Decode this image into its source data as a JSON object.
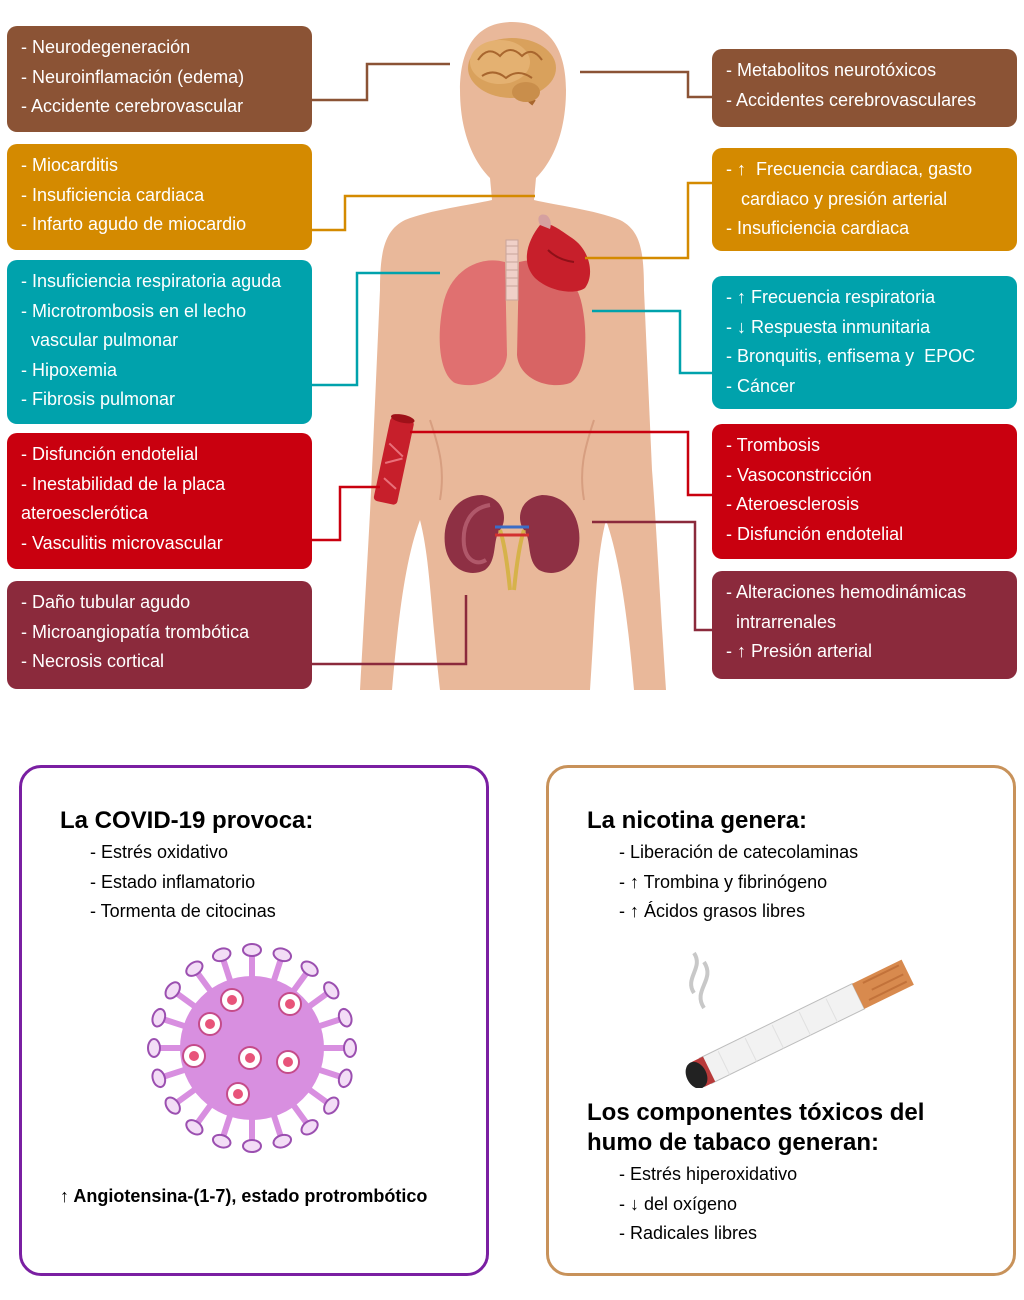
{
  "colors": {
    "brain": "#8B5335",
    "heart": "#D48A00",
    "lungs": "#00A2AC",
    "vessel": "#C9000F",
    "kidney": "#8B2A3C",
    "covid_border": "#7A1FA2",
    "nicotine_border": "#C8925A",
    "skin": "#E9B89A",
    "virus": "#D88FE0"
  },
  "left_panels": [
    {
      "key": "brain",
      "lines": [
        "- Neurodegeneración",
        "- Neuroinflamación (edema)",
        "- Accidente cerebrovascular"
      ]
    },
    {
      "key": "heart",
      "lines": [
        "- Miocarditis",
        "- Insuficiencia cardiaca",
        "- Infarto agudo de miocardio"
      ]
    },
    {
      "key": "lungs",
      "lines": [
        "- Insuficiencia respiratoria aguda",
        "- Microtrombosis en el lecho",
        "  vascular pulmonar",
        "- Hipoxemia",
        "- Fibrosis pulmonar"
      ]
    },
    {
      "key": "vessel",
      "lines": [
        "- Disfunción endotelial",
        "- Inestabilidad de la placa",
        "ateroesclerótica",
        "- Vasculitis microvascular"
      ]
    },
    {
      "key": "kidney",
      "lines": [
        "- Daño tubular agudo",
        "- Microangiopatía trombótica",
        "- Necrosis cortical"
      ]
    }
  ],
  "right_panels": [
    {
      "key": "brain",
      "lines": [
        "- Metabolitos neurotóxicos",
        "- Accidentes cerebrovasculares"
      ]
    },
    {
      "key": "heart",
      "lines": [
        "- ↑  Frecuencia cardiaca, gasto",
        "   cardiaco y presión arterial",
        "- Insuficiencia cardiaca"
      ]
    },
    {
      "key": "lungs",
      "lines": [
        "- ↑ Frecuencia respiratoria",
        "- ↓ Respuesta inmunitaria",
        "- Bronquitis, enfisema y  EPOC",
        "- Cáncer"
      ]
    },
    {
      "key": "vessel",
      "lines": [
        "- Trombosis",
        "- Vasoconstricción",
        "- Ateroesclerosis",
        "- Disfunción endotelial"
      ]
    },
    {
      "key": "kidney",
      "lines": [
        "- Alteraciones hemodinámicas",
        "  intrarrenales",
        "- ↑ Presión arterial"
      ]
    }
  ],
  "covid": {
    "title": "La COVID-19 provoca:",
    "items": [
      "- Estrés oxidativo",
      "- Estado inflamatorio",
      "- Tormenta de citocinas"
    ],
    "footer": "↑ Angiotensina-(1-7), estado protrombótico"
  },
  "nicotine": {
    "title": "La nicotina genera:",
    "items": [
      "- Liberación de catecolaminas",
      "- ↑ Trombina y fibrinógeno",
      "- ↑ Ácidos grasos libres"
    ]
  },
  "smoke": {
    "title_line1": "Los componentes tóxicos del",
    "title_line2": "humo de tabaco generan:",
    "items": [
      "- Estrés hiperoxidativo",
      "- ↓ del oxígeno",
      "- Radicales libres"
    ]
  }
}
